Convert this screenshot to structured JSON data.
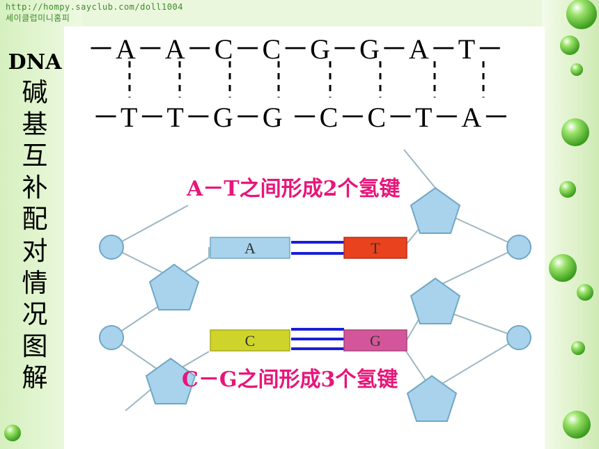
{
  "watermark": {
    "line1": "http://hompy.sayclub.com/doll1004",
    "line2": "세이클럽미니홈피"
  },
  "side_title": {
    "dna": "DNA",
    "chars": [
      "碱",
      "基",
      "互",
      "补",
      "配",
      "对",
      "情",
      "况",
      "图",
      "解"
    ]
  },
  "top_strand": "－A－A－C－C－G－G－A－T－",
  "bottom_strand": "－T－T－G－G －C－C－T－A－",
  "at_label": "A－T之间形成2个氢键",
  "cg_label": "C－G之间形成3个氢键",
  "bases": {
    "a": "A",
    "t": "T",
    "c": "C",
    "g": "G"
  },
  "colors": {
    "pink_label": "#e8157a",
    "sugar_blue": "#a9d3ec",
    "base_a": "#a9d3ec",
    "base_t": "#e8421f",
    "base_c": "#cfd42a",
    "base_g": "#d4569a",
    "bond": "#1a1fd6"
  }
}
